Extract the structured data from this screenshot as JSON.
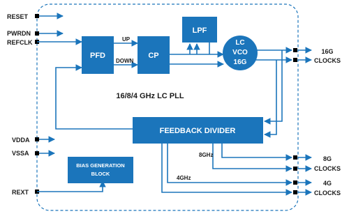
{
  "pins_left": {
    "reset": "RESET",
    "pwrdn": "PWRDN",
    "refclk": "REFCLK",
    "vdda": "VDDA",
    "vssa": "VSSA",
    "rext": "REXT"
  },
  "blocks": {
    "pfd": "PFD",
    "cp": "CP",
    "lpf": "LPF",
    "vco_line1": "LC",
    "vco_line2": "VCO",
    "vco_line3": "16G",
    "feedback_divider": "FEEDBACK DIVIDER",
    "bias_line1": "BIAS GENERATION",
    "bias_line2": "BLOCK"
  },
  "signals": {
    "up": "UP",
    "down": "DOWN",
    "ghz8": "8GHz",
    "ghz4": "4GHz"
  },
  "title": "16/8/4 GHz LC PLL",
  "outputs": {
    "g16_line1": "16G",
    "g16_line2": "CLOCKS",
    "g8_line1": "8G",
    "g8_line2": "CLOCKS",
    "g4_line1": "4G",
    "g4_line2": "CLOCKS"
  },
  "colors": {
    "block_fill": "#1b75bb",
    "line": "#1b75bb",
    "boundary": "#1b75bb",
    "text": "#1a1a1a",
    "block_text": "#ffffff",
    "pin": "#000000"
  }
}
